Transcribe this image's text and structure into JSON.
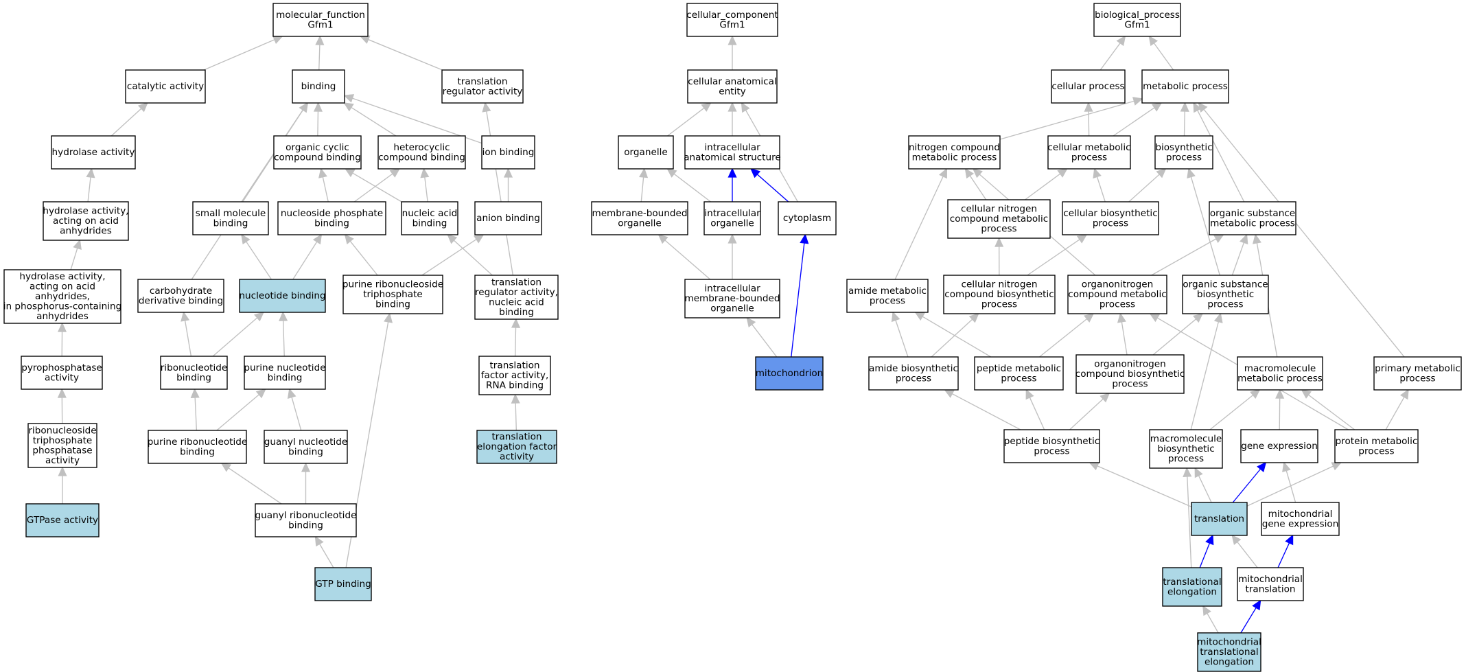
{
  "colors": {
    "node_fill": "#ffffff",
    "annotated_fill": "#add8e6",
    "focus_fill": "#6495ed",
    "edge_default": "#c0c0c0",
    "edge_highlight": "#0000ff"
  },
  "nodes": [
    {
      "id": "mf",
      "lines": [
        "molecular_function",
        "Gfm1"
      ],
      "style": "plain"
    },
    {
      "id": "catalytic",
      "lines": [
        "catalytic activity"
      ],
      "style": "plain"
    },
    {
      "id": "binding",
      "lines": [
        "binding"
      ],
      "style": "plain"
    },
    {
      "id": "tra",
      "lines": [
        "translation",
        "regulator activity"
      ],
      "style": "plain"
    },
    {
      "id": "hydrolase",
      "lines": [
        "hydrolase activity"
      ],
      "style": "plain"
    },
    {
      "id": "ocb",
      "lines": [
        "organic cyclic",
        "compound binding"
      ],
      "style": "plain"
    },
    {
      "id": "hcb",
      "lines": [
        "heterocyclic",
        "compound binding"
      ],
      "style": "plain"
    },
    {
      "id": "ionb",
      "lines": [
        "ion binding"
      ],
      "style": "plain"
    },
    {
      "id": "hyd_acid",
      "lines": [
        "hydrolase activity,",
        "acting on acid",
        "anhydrides"
      ],
      "style": "plain"
    },
    {
      "id": "smb",
      "lines": [
        "small molecule",
        "binding"
      ],
      "style": "plain"
    },
    {
      "id": "npb",
      "lines": [
        "nucleoside phosphate",
        "binding"
      ],
      "style": "plain"
    },
    {
      "id": "nab",
      "lines": [
        "nucleic acid",
        "binding"
      ],
      "style": "plain"
    },
    {
      "id": "anb",
      "lines": [
        "anion binding"
      ],
      "style": "plain"
    },
    {
      "id": "hyd_phos",
      "lines": [
        "hydrolase activity,",
        "acting on acid",
        "anhydrides,",
        "in phosphorus-containing",
        "anhydrides"
      ],
      "style": "plain"
    },
    {
      "id": "cdb",
      "lines": [
        "carbohydrate",
        "derivative binding"
      ],
      "style": "plain"
    },
    {
      "id": "nucb",
      "lines": [
        "nucleotide binding"
      ],
      "style": "annotated"
    },
    {
      "id": "prtb",
      "lines": [
        "purine ribonucleoside",
        "triphosphate",
        "binding"
      ],
      "style": "plain"
    },
    {
      "id": "trnab",
      "lines": [
        "translation",
        "regulator activity,",
        "nucleic acid",
        "binding"
      ],
      "style": "plain"
    },
    {
      "id": "pyro",
      "lines": [
        "pyrophosphatase",
        "activity"
      ],
      "style": "plain"
    },
    {
      "id": "ribonb",
      "lines": [
        "ribonucleotide",
        "binding"
      ],
      "style": "plain"
    },
    {
      "id": "purnb",
      "lines": [
        "purine nucleotide",
        "binding"
      ],
      "style": "plain"
    },
    {
      "id": "tfrna",
      "lines": [
        "translation",
        "factor activity,",
        "RNA binding"
      ],
      "style": "plain"
    },
    {
      "id": "rtpa",
      "lines": [
        "ribonucleoside",
        "triphosphate",
        "phosphatase",
        "activity"
      ],
      "style": "plain"
    },
    {
      "id": "purrnb",
      "lines": [
        "purine ribonucleotide",
        "binding"
      ],
      "style": "plain"
    },
    {
      "id": "guanb",
      "lines": [
        "guanyl nucleotide",
        "binding"
      ],
      "style": "plain"
    },
    {
      "id": "tefa",
      "lines": [
        "translation",
        "elongation factor",
        "activity"
      ],
      "style": "annotated"
    },
    {
      "id": "gtpase",
      "lines": [
        "GTPase activity"
      ],
      "style": "annotated"
    },
    {
      "id": "guanrb",
      "lines": [
        "guanyl ribonucleotide",
        "binding"
      ],
      "style": "plain"
    },
    {
      "id": "gtpb",
      "lines": [
        "GTP binding"
      ],
      "style": "annotated"
    },
    {
      "id": "cc",
      "lines": [
        "cellular_component",
        "Gfm1"
      ],
      "style": "plain"
    },
    {
      "id": "cae",
      "lines": [
        "cellular anatomical",
        "entity"
      ],
      "style": "plain"
    },
    {
      "id": "organelle",
      "lines": [
        "organelle"
      ],
      "style": "plain"
    },
    {
      "id": "ias",
      "lines": [
        "intracellular",
        "anatomical structure"
      ],
      "style": "plain"
    },
    {
      "id": "mbo",
      "lines": [
        "membrane-bounded",
        "organelle"
      ],
      "style": "plain"
    },
    {
      "id": "io",
      "lines": [
        "intracellular",
        "organelle"
      ],
      "style": "plain"
    },
    {
      "id": "cyto",
      "lines": [
        "cytoplasm"
      ],
      "style": "plain"
    },
    {
      "id": "imbo",
      "lines": [
        "intracellular",
        "membrane-bounded",
        "organelle"
      ],
      "style": "plain"
    },
    {
      "id": "mito",
      "lines": [
        "mitochondrion"
      ],
      "style": "focus"
    },
    {
      "id": "bp",
      "lines": [
        "biological_process",
        "Gfm1"
      ],
      "style": "plain"
    },
    {
      "id": "cp",
      "lines": [
        "cellular process"
      ],
      "style": "plain"
    },
    {
      "id": "mp",
      "lines": [
        "metabolic process"
      ],
      "style": "plain"
    },
    {
      "id": "ncmp",
      "lines": [
        "nitrogen compound",
        "metabolic process"
      ],
      "style": "plain"
    },
    {
      "id": "cmp",
      "lines": [
        "cellular metabolic",
        "process"
      ],
      "style": "plain"
    },
    {
      "id": "bsp",
      "lines": [
        "biosynthetic",
        "process"
      ],
      "style": "plain"
    },
    {
      "id": "cncmp",
      "lines": [
        "cellular nitrogen",
        "compound metabolic",
        "process"
      ],
      "style": "plain"
    },
    {
      "id": "cbp",
      "lines": [
        "cellular biosynthetic",
        "process"
      ],
      "style": "plain"
    },
    {
      "id": "osmp",
      "lines": [
        "organic substance",
        "metabolic process"
      ],
      "style": "plain"
    },
    {
      "id": "amp",
      "lines": [
        "amide metabolic",
        "process"
      ],
      "style": "plain"
    },
    {
      "id": "cncbp",
      "lines": [
        "cellular nitrogen",
        "compound biosynthetic",
        "process"
      ],
      "style": "plain"
    },
    {
      "id": "oncmp",
      "lines": [
        "organonitrogen",
        "compound metabolic",
        "process"
      ],
      "style": "plain"
    },
    {
      "id": "osbp",
      "lines": [
        "organic substance",
        "biosynthetic",
        "process"
      ],
      "style": "plain"
    },
    {
      "id": "abp",
      "lines": [
        "amide biosynthetic",
        "process"
      ],
      "style": "plain"
    },
    {
      "id": "pmp",
      "lines": [
        "peptide metabolic",
        "process"
      ],
      "style": "plain"
    },
    {
      "id": "oncbp",
      "lines": [
        "organonitrogen",
        "compound biosynthetic",
        "process"
      ],
      "style": "plain"
    },
    {
      "id": "mmp",
      "lines": [
        "macromolecule",
        "metabolic process"
      ],
      "style": "plain"
    },
    {
      "id": "primp",
      "lines": [
        "primary metabolic",
        "process"
      ],
      "style": "plain"
    },
    {
      "id": "pbp",
      "lines": [
        "peptide biosynthetic",
        "process"
      ],
      "style": "plain"
    },
    {
      "id": "mbp",
      "lines": [
        "macromolecule",
        "biosynthetic",
        "process"
      ],
      "style": "plain"
    },
    {
      "id": "ge",
      "lines": [
        "gene expression"
      ],
      "style": "plain"
    },
    {
      "id": "protmp",
      "lines": [
        "protein metabolic",
        "process"
      ],
      "style": "plain"
    },
    {
      "id": "transl",
      "lines": [
        "translation"
      ],
      "style": "annotated"
    },
    {
      "id": "mge",
      "lines": [
        "mitochondrial",
        "gene expression"
      ],
      "style": "plain"
    },
    {
      "id": "tel",
      "lines": [
        "translational",
        "elongation"
      ],
      "style": "annotated"
    },
    {
      "id": "mt",
      "lines": [
        "mitochondrial",
        "translation"
      ],
      "style": "plain"
    },
    {
      "id": "mtel",
      "lines": [
        "mitochondrial",
        "translational",
        "elongation"
      ],
      "style": "annotated"
    }
  ],
  "edges": [
    {
      "from": "catalytic",
      "to": "mf"
    },
    {
      "from": "binding",
      "to": "mf"
    },
    {
      "from": "tra",
      "to": "mf"
    },
    {
      "from": "hydrolase",
      "to": "catalytic"
    },
    {
      "from": "ocb",
      "to": "binding"
    },
    {
      "from": "hcb",
      "to": "binding"
    },
    {
      "from": "ionb",
      "to": "binding"
    },
    {
      "from": "smb",
      "to": "binding"
    },
    {
      "from": "cdb",
      "to": "binding"
    },
    {
      "from": "hyd_acid",
      "to": "hydrolase"
    },
    {
      "from": "npb",
      "to": "ocb"
    },
    {
      "from": "npb",
      "to": "hcb"
    },
    {
      "from": "nab",
      "to": "ocb"
    },
    {
      "from": "nab",
      "to": "hcb"
    },
    {
      "from": "anb",
      "to": "ionb"
    },
    {
      "from": "hyd_phos",
      "to": "hyd_acid"
    },
    {
      "from": "nucb",
      "to": "smb"
    },
    {
      "from": "nucb",
      "to": "npb"
    },
    {
      "from": "prtb",
      "to": "npb"
    },
    {
      "from": "prtb",
      "to": "anb"
    },
    {
      "from": "trnab",
      "to": "nab"
    },
    {
      "from": "trnab",
      "to": "tra"
    },
    {
      "from": "pyro",
      "to": "hyd_phos"
    },
    {
      "from": "ribonb",
      "to": "cdb"
    },
    {
      "from": "ribonb",
      "to": "nucb"
    },
    {
      "from": "purnb",
      "to": "nucb"
    },
    {
      "from": "tfrna",
      "to": "trnab"
    },
    {
      "from": "rtpa",
      "to": "pyro"
    },
    {
      "from": "purrnb",
      "to": "ribonb"
    },
    {
      "from": "purrnb",
      "to": "purnb"
    },
    {
      "from": "guanb",
      "to": "purnb"
    },
    {
      "from": "tefa",
      "to": "tfrna"
    },
    {
      "from": "gtpase",
      "to": "rtpa"
    },
    {
      "from": "guanrb",
      "to": "purrnb"
    },
    {
      "from": "guanrb",
      "to": "guanb"
    },
    {
      "from": "gtpb",
      "to": "guanrb"
    },
    {
      "from": "gtpb",
      "to": "prtb"
    },
    {
      "from": "cae",
      "to": "cc"
    },
    {
      "from": "organelle",
      "to": "cae"
    },
    {
      "from": "ias",
      "to": "cae"
    },
    {
      "from": "cyto",
      "to": "cae"
    },
    {
      "from": "mbo",
      "to": "organelle"
    },
    {
      "from": "io",
      "to": "organelle"
    },
    {
      "from": "io",
      "to": "ias",
      "highlight": true
    },
    {
      "from": "cyto",
      "to": "ias",
      "highlight": true
    },
    {
      "from": "imbo",
      "to": "mbo"
    },
    {
      "from": "imbo",
      "to": "io"
    },
    {
      "from": "mito",
      "to": "imbo"
    },
    {
      "from": "mito",
      "to": "cyto",
      "highlight": true
    },
    {
      "from": "cp",
      "to": "bp"
    },
    {
      "from": "mp",
      "to": "bp"
    },
    {
      "from": "ncmp",
      "to": "mp"
    },
    {
      "from": "cmp",
      "to": "cp"
    },
    {
      "from": "cmp",
      "to": "mp"
    },
    {
      "from": "bsp",
      "to": "mp"
    },
    {
      "from": "osmp",
      "to": "mp"
    },
    {
      "from": "primp",
      "to": "mp"
    },
    {
      "from": "cncmp",
      "to": "ncmp"
    },
    {
      "from": "cncmp",
      "to": "cmp"
    },
    {
      "from": "cbp",
      "to": "cmp"
    },
    {
      "from": "cbp",
      "to": "bsp"
    },
    {
      "from": "osbp",
      "to": "bsp"
    },
    {
      "from": "amp",
      "to": "ncmp"
    },
    {
      "from": "oncmp",
      "to": "ncmp"
    },
    {
      "from": "oncmp",
      "to": "osmp"
    },
    {
      "from": "osbp",
      "to": "osmp"
    },
    {
      "from": "mmp",
      "to": "osmp"
    },
    {
      "from": "cncbp",
      "to": "cncmp"
    },
    {
      "from": "cncbp",
      "to": "cbp"
    },
    {
      "from": "abp",
      "to": "amp"
    },
    {
      "from": "abp",
      "to": "cncbp"
    },
    {
      "from": "pmp",
      "to": "amp"
    },
    {
      "from": "pmp",
      "to": "oncmp"
    },
    {
      "from": "oncbp",
      "to": "oncmp"
    },
    {
      "from": "oncbp",
      "to": "osbp"
    },
    {
      "from": "protmp",
      "to": "oncmp"
    },
    {
      "from": "mbp",
      "to": "osbp"
    },
    {
      "from": "pbp",
      "to": "abp"
    },
    {
      "from": "pbp",
      "to": "pmp"
    },
    {
      "from": "pbp",
      "to": "oncbp"
    },
    {
      "from": "mbp",
      "to": "mmp"
    },
    {
      "from": "ge",
      "to": "mmp"
    },
    {
      "from": "protmp",
      "to": "mmp"
    },
    {
      "from": "protmp",
      "to": "primp"
    },
    {
      "from": "transl",
      "to": "pbp"
    },
    {
      "from": "transl",
      "to": "mbp"
    },
    {
      "from": "transl",
      "to": "ge",
      "highlight": true
    },
    {
      "from": "transl",
      "to": "protmp"
    },
    {
      "from": "mge",
      "to": "ge"
    },
    {
      "from": "tel",
      "to": "mbp"
    },
    {
      "from": "tel",
      "to": "transl",
      "highlight": true
    },
    {
      "from": "mt",
      "to": "transl"
    },
    {
      "from": "mt",
      "to": "mge",
      "highlight": true
    },
    {
      "from": "mtel",
      "to": "tel"
    },
    {
      "from": "mtel",
      "to": "mt",
      "highlight": true
    }
  ]
}
